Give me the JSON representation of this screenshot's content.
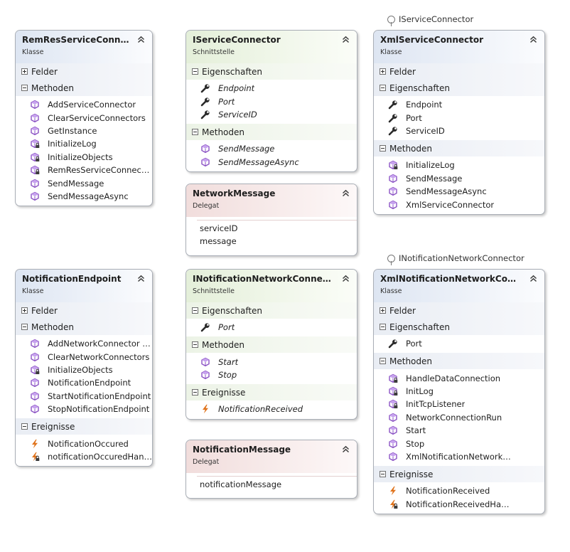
{
  "lollipops": [
    {
      "label": "IServiceConnector"
    },
    {
      "label": "INotificationNetworkConnector"
    }
  ],
  "boxes": [
    {
      "kind": "cls",
      "title": "RemResServiceConnector",
      "stereotype": "Klasse",
      "sections": [
        {
          "name": "Felder",
          "expanded": false,
          "items": []
        },
        {
          "name": "Methoden",
          "expanded": true,
          "items": [
            {
              "icon": "method",
              "text": "AddServiceConnector"
            },
            {
              "icon": "method",
              "text": "ClearServiceConnectors"
            },
            {
              "icon": "method",
              "text": "GetInstance"
            },
            {
              "icon": "method-private",
              "text": "InitializeLog"
            },
            {
              "icon": "method-private",
              "text": "InitializeObjects"
            },
            {
              "icon": "method-private",
              "text": "RemResServiceConnector"
            },
            {
              "icon": "method",
              "text": "SendMessage"
            },
            {
              "icon": "method",
              "text": "SendMessageAsync"
            }
          ]
        }
      ]
    },
    {
      "kind": "ifc",
      "title": "IServiceConnector",
      "stereotype": "Schnittstelle",
      "sections": [
        {
          "name": "Eigenschaften",
          "expanded": true,
          "items": [
            {
              "icon": "property",
              "text": "Endpoint"
            },
            {
              "icon": "property",
              "text": "Port"
            },
            {
              "icon": "property",
              "text": "ServiceID"
            }
          ]
        },
        {
          "name": "Methoden",
          "expanded": true,
          "items": [
            {
              "icon": "method",
              "text": "SendMessage"
            },
            {
              "icon": "method",
              "text": "SendMessageAsync"
            }
          ]
        }
      ]
    },
    {
      "kind": "cls",
      "title": "XmlServiceConnector",
      "stereotype": "Klasse",
      "sections": [
        {
          "name": "Felder",
          "expanded": false,
          "items": []
        },
        {
          "name": "Eigenschaften",
          "expanded": true,
          "items": [
            {
              "icon": "property",
              "text": "Endpoint"
            },
            {
              "icon": "property",
              "text": "Port"
            },
            {
              "icon": "property",
              "text": "ServiceID"
            }
          ]
        },
        {
          "name": "Methoden",
          "expanded": true,
          "items": [
            {
              "icon": "method-private",
              "text": "InitializeLog"
            },
            {
              "icon": "method",
              "text": "SendMessage"
            },
            {
              "icon": "method",
              "text": "SendMessageAsync"
            },
            {
              "icon": "method",
              "text": "XmlServiceConnector"
            }
          ]
        }
      ]
    },
    {
      "kind": "dlg",
      "title": "NetworkMessage",
      "stereotype": "Delegat",
      "params": [
        "serviceID",
        "message"
      ]
    },
    {
      "kind": "cls",
      "title": "NotificationEndpoint",
      "stereotype": "Klasse",
      "sections": [
        {
          "name": "Felder",
          "expanded": false,
          "items": []
        },
        {
          "name": "Methoden",
          "expanded": true,
          "items": [
            {
              "icon": "method",
              "text": "AddNetworkConnector (…"
            },
            {
              "icon": "method",
              "text": "ClearNetworkConnectors"
            },
            {
              "icon": "method-private",
              "text": "InitializeObjects"
            },
            {
              "icon": "method",
              "text": "NotificationEndpoint"
            },
            {
              "icon": "method",
              "text": "StartNotificationEndpoint"
            },
            {
              "icon": "method",
              "text": "StopNotificationEndpoint"
            }
          ]
        },
        {
          "name": "Ereignisse",
          "expanded": true,
          "items": [
            {
              "icon": "event",
              "text": "NotificationOccured"
            },
            {
              "icon": "event-private",
              "text": "notificationOccuredHan…"
            }
          ]
        }
      ]
    },
    {
      "kind": "ifc",
      "title": "INotificationNetworkConnector",
      "stereotype": "Schnittstelle",
      "sections": [
        {
          "name": "Eigenschaften",
          "expanded": true,
          "items": [
            {
              "icon": "property",
              "text": "Port"
            }
          ]
        },
        {
          "name": "Methoden",
          "expanded": true,
          "items": [
            {
              "icon": "method",
              "text": "Start"
            },
            {
              "icon": "method",
              "text": "Stop"
            }
          ]
        },
        {
          "name": "Ereignisse",
          "expanded": true,
          "items": [
            {
              "icon": "event",
              "text": "NotificationReceived"
            }
          ]
        }
      ]
    },
    {
      "kind": "cls",
      "title": "XmlNotificationNetworkConnect…",
      "stereotype": "Klasse",
      "sections": [
        {
          "name": "Felder",
          "expanded": false,
          "items": []
        },
        {
          "name": "Eigenschaften",
          "expanded": true,
          "items": [
            {
              "icon": "property",
              "text": "Port"
            }
          ]
        },
        {
          "name": "Methoden",
          "expanded": true,
          "items": [
            {
              "icon": "method-private",
              "text": "HandleDataConnection"
            },
            {
              "icon": "method-private",
              "text": "InitLog"
            },
            {
              "icon": "method-private",
              "text": "InitTcpListener"
            },
            {
              "icon": "method",
              "text": "NetworkConnectionRun"
            },
            {
              "icon": "method",
              "text": "Start"
            },
            {
              "icon": "method",
              "text": "Stop"
            },
            {
              "icon": "method",
              "text": "XmlNotificationNetworkConnector"
            }
          ]
        },
        {
          "name": "Ereignisse",
          "expanded": true,
          "items": [
            {
              "icon": "event",
              "text": "NotificationReceived"
            },
            {
              "icon": "event-private",
              "text": "NotificationReceivedHandler"
            }
          ]
        }
      ]
    },
    {
      "kind": "dlg",
      "title": "NotificationMessage",
      "stereotype": "Delegat",
      "params": [
        "notificationMessage"
      ]
    }
  ]
}
